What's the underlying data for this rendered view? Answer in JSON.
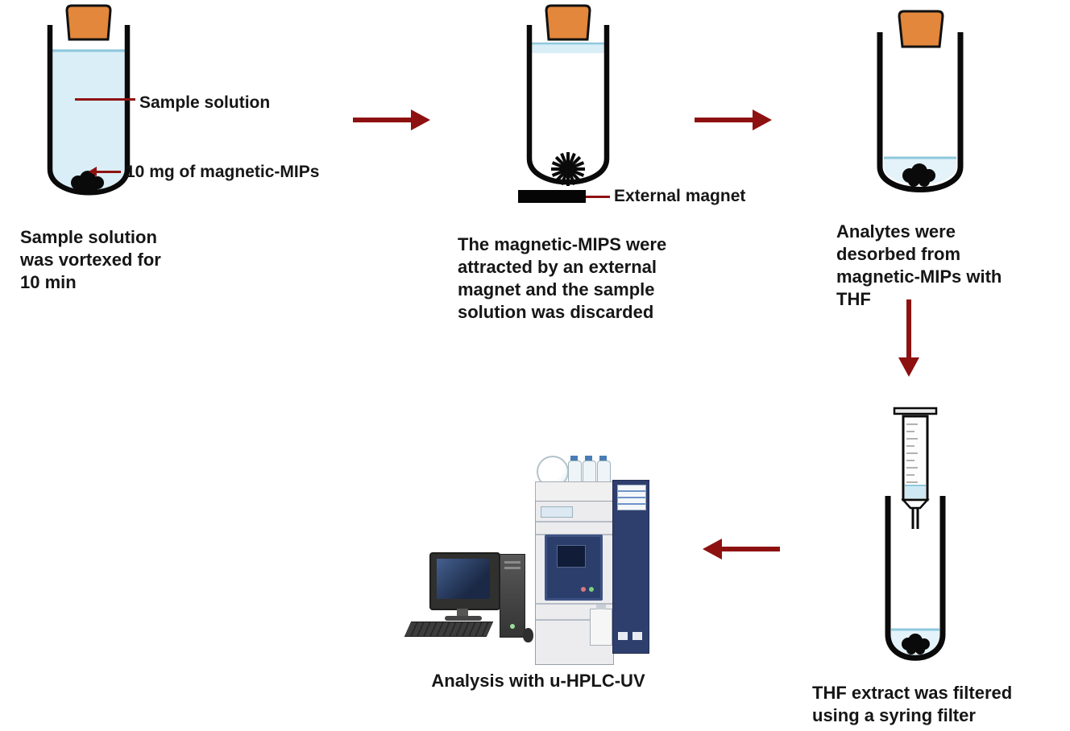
{
  "colors": {
    "arrow": "#8E1111",
    "cork": "#E2873B",
    "liquid": "#D9EEF6",
    "meniscus": "#8FC8DE",
    "tube_outline": "#0A0A0A",
    "magnet": "#050505",
    "instrument_navy": "#2C3E6B"
  },
  "step1": {
    "label_solution": "Sample solution",
    "label_mips": "10 mg of magnetic-MIPs",
    "caption": "Sample solution\nwas vortexed for\n10 min"
  },
  "step2": {
    "label_magnet": "External magnet",
    "caption": "The magnetic-MIPS were\nattracted by an external\nmagnet and the sample\nsolution was discarded"
  },
  "step3": {
    "caption": "Analytes were\ndesorbed from\nmagnetic-MIPs with\nTHF"
  },
  "step4": {
    "caption": "THF extract was filtered\nusing a syring filter"
  },
  "step5": {
    "caption": "Analysis with u-HPLC-UV"
  }
}
